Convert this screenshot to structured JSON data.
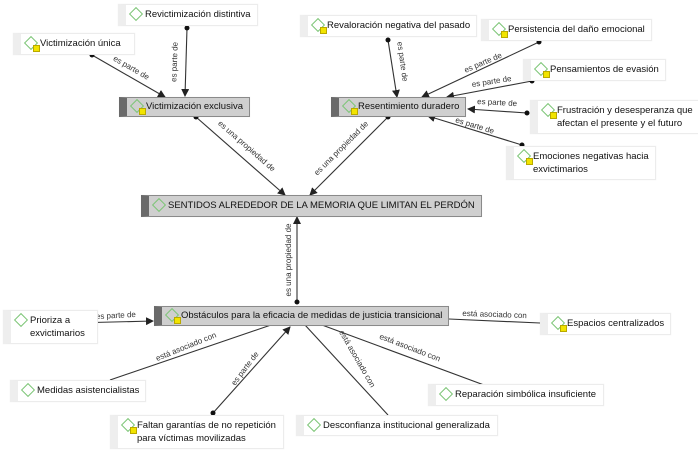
{
  "colors": {
    "code_icon": "#7cc576",
    "memo_badge": "#f2e400",
    "group_node_bg": "#cfcfcf",
    "edge": "#333333"
  },
  "nodes": {
    "revictimizacion": {
      "label": "Revictimización distintiva",
      "icon": "code-diamond-icon"
    },
    "victimizacion_unica": {
      "label": "Victimización única",
      "icon": "code-diamond-memo-icon"
    },
    "victimizacion_exclusiva": {
      "label": "Victimización exclusiva",
      "icon": "code-diamond-memo-icon"
    },
    "revaloracion": {
      "label": "Revaloración negativa del pasado",
      "icon": "code-diamond-memo-icon"
    },
    "persistencia": {
      "label": "Persistencia del daño emocional",
      "icon": "code-diamond-memo-icon"
    },
    "pensamientos": {
      "label": "Pensamientos de evasión",
      "icon": "code-diamond-memo-icon"
    },
    "resentimiento": {
      "label": "Resentimiento duradero",
      "icon": "code-diamond-memo-icon"
    },
    "frustracion": {
      "label": "Frustración y desesperanza que\nafectan el presente y el futuro",
      "icon": "code-diamond-memo-icon"
    },
    "emociones": {
      "label": "Emociones negativas hacia\nexvictimarios",
      "icon": "code-diamond-memo-icon"
    },
    "central": {
      "label": "SENTIDOS ALREDEDOR DE LA MEMORIA QUE LIMITAN EL PERDÓN",
      "icon": "code-diamond-icon"
    },
    "obstaculos": {
      "label": "Obstáculos para la eficacia de medidas de justicia transicional",
      "icon": "code-diamond-memo-icon"
    },
    "prioriza": {
      "label": "Prioriza a\nexvictimarios",
      "icon": "code-diamond-icon"
    },
    "espacios": {
      "label": "Espacios centralizados",
      "icon": "code-diamond-memo-icon"
    },
    "medidas": {
      "label": "Medidas asistencialistas",
      "icon": "code-diamond-icon"
    },
    "reparacion": {
      "label": "Reparación simbólica insuficiente",
      "icon": "code-diamond-icon"
    },
    "faltan": {
      "label": "Faltan garantías de no repetición\npara víctimas movilizadas",
      "icon": "code-diamond-memo-icon"
    },
    "desconfianza": {
      "label": "Desconfianza institucional generalizada",
      "icon": "code-diamond-icon"
    }
  },
  "relations": [
    {
      "from": "victimizacion_unica",
      "to": "victimizacion_exclusiva",
      "label": "es parte de"
    },
    {
      "from": "revictimizacion",
      "to": "victimizacion_exclusiva",
      "label": "es parte de"
    },
    {
      "from": "victimizacion_exclusiva",
      "to": "central",
      "label": "es una propiedad de"
    },
    {
      "from": "resentimiento",
      "to": "central",
      "label": "es una propiedad de"
    },
    {
      "from": "revaloracion",
      "to": "resentimiento",
      "label": "es parte de"
    },
    {
      "from": "persistencia",
      "to": "resentimiento",
      "label": "es parte de"
    },
    {
      "from": "pensamientos",
      "to": "resentimiento",
      "label": "es parte de"
    },
    {
      "from": "frustracion",
      "to": "resentimiento",
      "label": "es parte de"
    },
    {
      "from": "emociones",
      "to": "resentimiento",
      "label": "es parte de"
    },
    {
      "from": "obstaculos",
      "to": "central",
      "label": "es una propiedad de"
    },
    {
      "from": "prioriza",
      "to": "obstaculos",
      "label": "es parte de"
    },
    {
      "from": "faltan",
      "to": "obstaculos",
      "label": "es parte de"
    },
    {
      "from": "obstaculos",
      "to": "medidas",
      "label": "está asociado con"
    },
    {
      "from": "obstaculos",
      "to": "desconfianza",
      "label": "está asociado con"
    },
    {
      "from": "obstaculos",
      "to": "reparacion",
      "label": "está asociado con"
    },
    {
      "from": "obstaculos",
      "to": "espacios",
      "label": "está asociado con"
    }
  ]
}
